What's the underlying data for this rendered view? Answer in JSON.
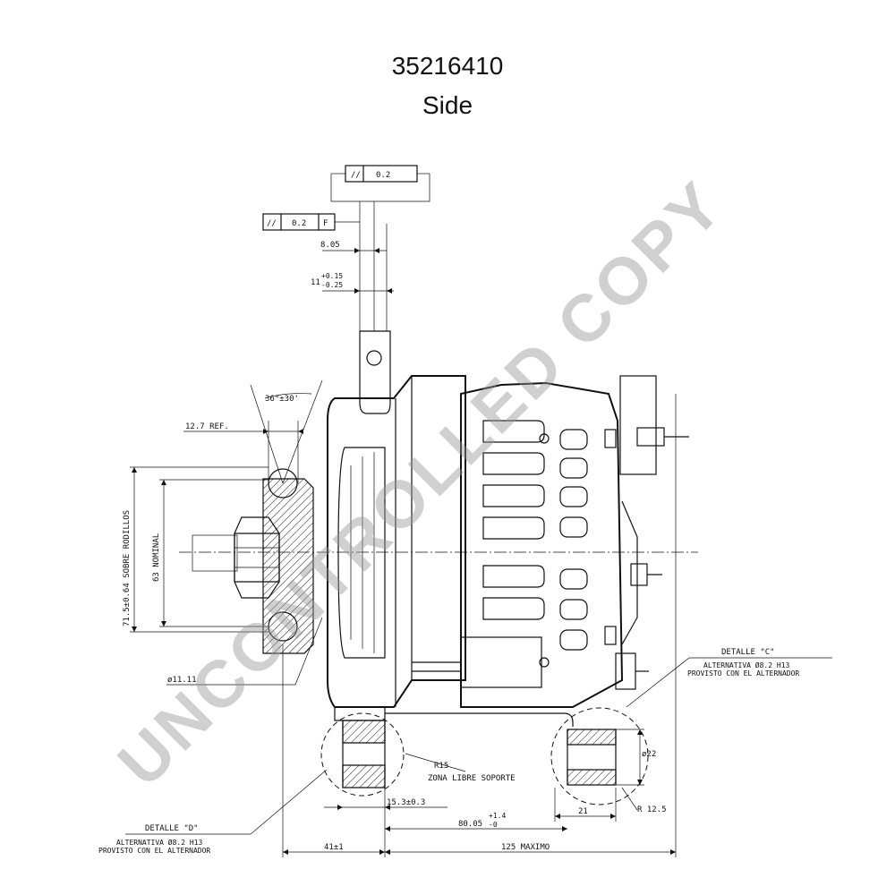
{
  "header": {
    "part_number": "35216410",
    "view": "Side"
  },
  "watermark": "UNCONTROLLED COPY",
  "tolerance_frames": {
    "top": {
      "symbol": "//",
      "value": "0.2"
    },
    "left": {
      "symbol": "//",
      "value": "0.2",
      "datum": "F"
    }
  },
  "dimensions": {
    "d805": "8.05",
    "d11_base": "11",
    "d11_plus": "+0.15",
    "d11_minus": "-0.25",
    "angle": "36°±30'",
    "ref127": "12.7 REF.",
    "rollers": "71.5±0.64 SOBRE RODILLOS",
    "nominal": "63 NOMINAL",
    "dia1111": "ø11.11",
    "r15": "R15",
    "zona": "ZONA LIBRE SOPORTE",
    "d153": "15.3±0.3",
    "d8005_base": "80.05",
    "d8005_plus": "+1.4",
    "d8005_minus": "-0",
    "d41": "41±1",
    "d125": "125 MAXIMO",
    "d21": "21",
    "r125": "R 12.5",
    "dia22": "ø22"
  },
  "details": {
    "c": {
      "title": "DETALLE \"C\"",
      "line1": "ALTERNATIVA Ø8.2 H13",
      "line2": "PROVISTO CON EL ALTERNADOR"
    },
    "d": {
      "title": "DETALLE \"D\"",
      "line1": "ALTERNATIVA Ø8.2 H13",
      "line2": "PROVISTO CON EL ALTERNADOR"
    }
  }
}
